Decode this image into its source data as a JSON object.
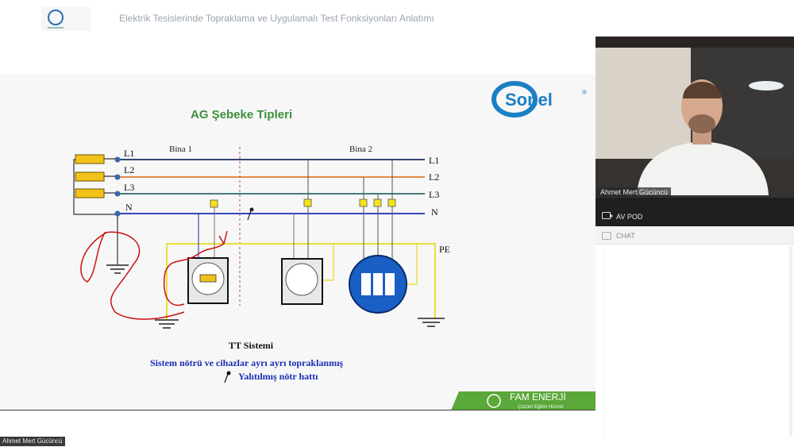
{
  "header": {
    "title": "Elektrik Tesislerinde Topraklama ve Uygulamalı Test Fonksiyonları Anlatımı"
  },
  "slide": {
    "heading": "AG Şebeke Tipleri",
    "brand_logo": "Sonel",
    "brand_registered": "®",
    "building1": "Bina 1",
    "building2": "Bina 2",
    "left_labels": [
      "L1",
      "L2",
      "L3",
      "N"
    ],
    "right_labels": [
      "L1",
      "L2",
      "L3",
      "N"
    ],
    "pe_label": "PE",
    "system_title": "TT Sistemi",
    "description": "Sistem nötrü ve cihazlar ayrı ayrı topraklanmış",
    "legend_text": "Yalıtılmış nötr hattı",
    "footer_brand": "FAM ENERJİ",
    "footer_tagline": "Çözüm  Eğitim  Hizmet",
    "colors": {
      "heading": "#3d8f3d",
      "sonel_blue": "#1a7fc4",
      "line_l1": "#1a2d5a",
      "line_l2": "#e07a2a",
      "line_l3": "#2a6a6a",
      "line_n": "#1a2db4",
      "pe_line": "#e9e03a",
      "annotation": "#cc1111",
      "footer_green": "#5aa83a"
    }
  },
  "video": {
    "presenter_name": "Ahmet Mert Gücüncü"
  },
  "panels": {
    "av_label": "AV POD",
    "chat_label": "CHAT"
  },
  "footer": {
    "speaker_tag": "Ahmet Mert Gücüncü"
  }
}
